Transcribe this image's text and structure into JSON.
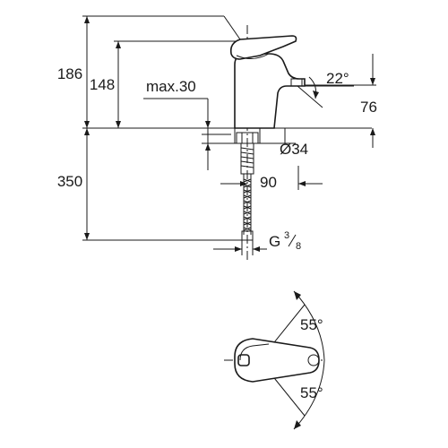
{
  "dimensions": {
    "total_height": "186",
    "spout_height": "148",
    "max_thickness": "max.30",
    "spout_angle": "22°",
    "spout_reach_height": "76",
    "hole_diameter": "Ø34",
    "reach": "90",
    "hose_length": "350",
    "connection_base": "G",
    "connection_num": "3",
    "connection_den": "8"
  },
  "top_view": {
    "angle_upper": "55°",
    "angle_lower": "55°"
  }
}
